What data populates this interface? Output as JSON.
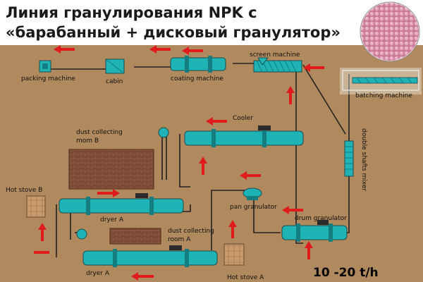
{
  "title": {
    "line1": "Линия гранулирования NPK с",
    "line2": "«барабанный + дисковый гранулятор»"
  },
  "labels": {
    "packing_machine": "packing machine",
    "cabin": "cabin",
    "coating_machine": "coating machine",
    "screen_machine": "screen machine",
    "batching_machine": "batching machine",
    "cooler": "Cooler",
    "dust_room_b_line1": "dust collecting",
    "dust_room_b_line2": "mom B",
    "hot_stove_b": "Hot stove B",
    "dryer_upper": "dryer A",
    "pan_granulator": "pan granulator",
    "drum_granulator": "drum granulator",
    "double_shafts_mixer": "double shafts mixer",
    "dust_room_a_line1": "dust collecting",
    "dust_room_a_line2": "room A",
    "dryer_lower": "dryer A",
    "hot_stove_a": "Hot stove A",
    "capacity": "10 -20 t/h"
  },
  "colors": {
    "background": "#b08a5e",
    "equipment": "#1fb3b5",
    "pipe": "#222222",
    "arrow": "#e01b1b",
    "brick": "#7a4a35",
    "stove": "#c79a6a"
  },
  "icons": {
    "product_photo": "pink-granules-photo",
    "flow_arrow": "red-arrow-icon"
  }
}
